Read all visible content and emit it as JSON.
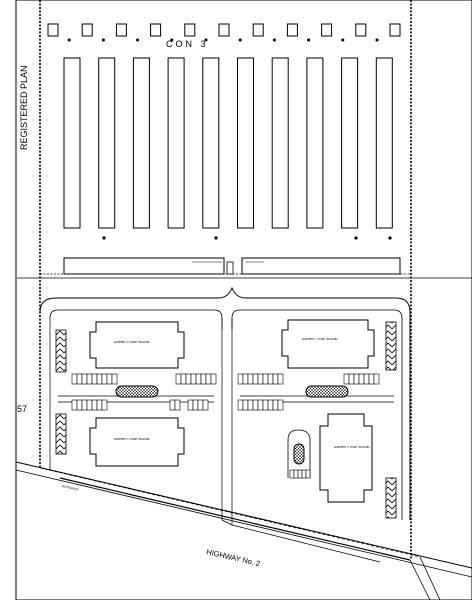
{
  "drawing": {
    "concession_label": "CON      3",
    "highway_label": "HIGHWAY  No.  2",
    "registered_plan_label": "REGISTERED   PLAN",
    "lot_number": "57"
  },
  "buildings": {
    "building_1_note": "APARTMENT 4 STOREY BUILDING",
    "building_2_note": "APARTMENT 4 STOREY BUILDING",
    "building_3_note": "APARTMENT 4 STOREY BUILDING",
    "building_4_note": "APARTMENT 4 STOREY BUILDING"
  },
  "entrance": {
    "label": "ENTRANCE"
  },
  "parking": {
    "island_count": 2
  },
  "greenhouse_strips": {
    "count": 10
  }
}
